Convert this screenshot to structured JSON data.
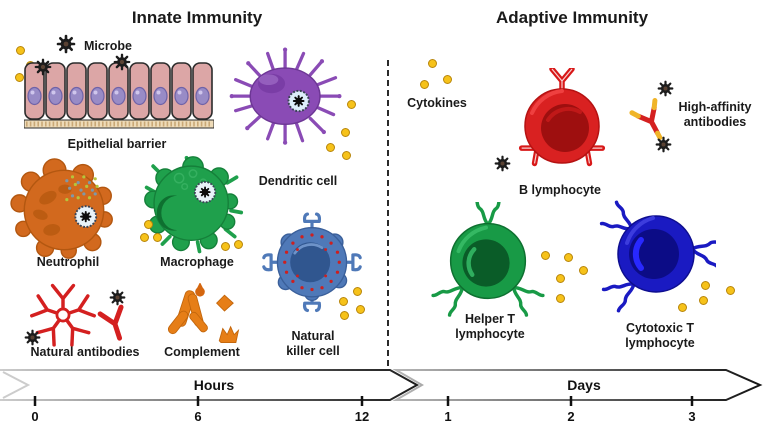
{
  "titles": {
    "innate": "Innate Immunity",
    "adaptive": "Adaptive Immunity"
  },
  "innate": {
    "microbe": "Microbe",
    "epithelial_barrier": "Epithelial barrier",
    "dendritic_cell": "Dendritic cell",
    "neutrophil": "Neutrophil",
    "macrophage": "Macrophage",
    "natural_antibodies": "Natural antibodies",
    "complement": "Complement",
    "nk_line1": "Natural",
    "nk_line2": "killer cell"
  },
  "adaptive": {
    "cytokines": "Cytokines",
    "b_lymphocyte": "B lymphocyte",
    "high_affinity_line1": "High-affinity",
    "high_affinity_line2": "antibodies",
    "helper_line1": "Helper T",
    "helper_line2": "lymphocyte",
    "cytotoxic_line1": "Cytotoxic T",
    "cytotoxic_line2": "lymphocyte"
  },
  "timeline": {
    "hours": "Hours",
    "days": "Days",
    "hour_ticks": [
      "0",
      "6",
      "12"
    ],
    "day_ticks": [
      "1",
      "2",
      "3"
    ]
  },
  "colors": {
    "microbe": "#1c1c1c",
    "cytokine": "#f6c21a",
    "epithelial_cell": "#dca6a6",
    "nucleus_purple": "#988bc6",
    "dendritic": "#8a4bb5",
    "neutrophil": "#d2691e",
    "macrophage": "#1fa04c",
    "nk_cell": "#4f79b8",
    "antibody_red": "#d42020",
    "complement": "#e67e17",
    "b_cell": "#d92121",
    "helper_t": "#189a46",
    "cytotoxic_t": "#1a1ac2",
    "high_affinity_tip": "#f0b429"
  }
}
